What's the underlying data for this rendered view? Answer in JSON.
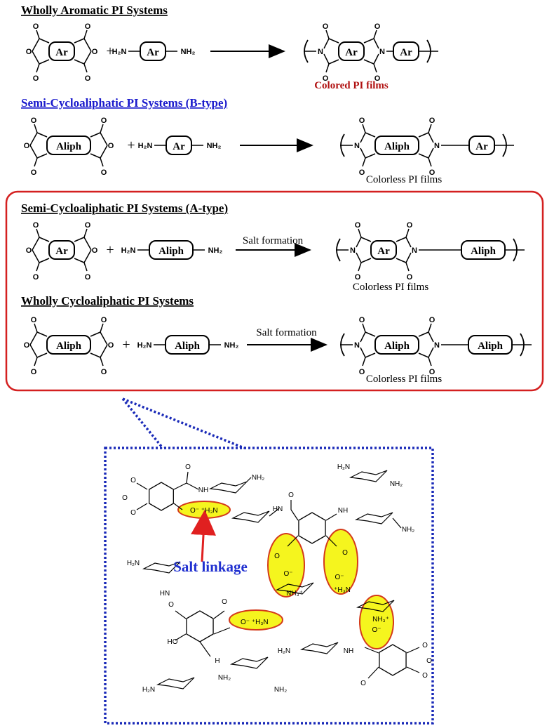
{
  "sections": [
    {
      "title": "Wholly Aromatic PI Systems",
      "dianhydride_core": "Ar",
      "diamine_core": "Ar",
      "reaction_label": "",
      "polymer_core_1": "Ar",
      "polymer_core_2": "Ar",
      "film_caption": "Colored PI films",
      "title_color": "#000000",
      "caption_color": "#b01010"
    },
    {
      "title": "Semi-Cycloaliphatic PI Systems (B-type)",
      "dianhydride_core": "Aliph",
      "diamine_core": "Ar",
      "reaction_label": "",
      "polymer_core_1": "Aliph",
      "polymer_core_2": "Ar",
      "film_caption": "Colorless PI films",
      "title_color": "#1a1acc",
      "caption_color": "#000000"
    },
    {
      "title": "Semi-Cycloaliphatic PI Systems (A-type)",
      "dianhydride_core": "Ar",
      "diamine_core": "Aliph",
      "reaction_label": "Salt formation",
      "polymer_core_1": "Ar",
      "polymer_core_2": "Aliph",
      "film_caption": "Colorless PI films",
      "title_color": "#000000",
      "caption_color": "#000000"
    },
    {
      "title": "Wholly Cycloaliphatic PI Systems",
      "dianhydride_core": "Aliph",
      "diamine_core": "Aliph",
      "reaction_label": "Salt formation",
      "polymer_core_1": "Aliph",
      "polymer_core_2": "Aliph",
      "film_caption": "Colorless PI films",
      "title_color": "#000000",
      "caption_color": "#000000"
    }
  ],
  "atoms": {
    "O": "O",
    "N": "N",
    "H2N": "H₂N",
    "NH2": "NH₂",
    "plus": "+"
  },
  "detail": {
    "salt_linkage_label": "Salt linkage",
    "salt_1": "O⁻ ⁺H₃N",
    "salt_2": "O⁻ ⁺H₃N",
    "carboxylate": "O⁻",
    "ammonium_1": "NH₃⁺",
    "ammonium_2": "⁺H₃N",
    "ammonium_3": "NH₃⁺",
    "carboxylate_2": "O⁻",
    "carboxylate_3": "O⁻",
    "amine": "NH₂",
    "amine_left": "H₂N",
    "amide_hn": "HN",
    "amide_nh": "NH",
    "amide_h": "H",
    "oh": "HO",
    "o": "O"
  },
  "colors": {
    "box_red": "#d42020",
    "dotted_blue": "#1a2ab8",
    "highlight_yellow": "#f5f51e",
    "highlight_edge": "#d43a1a",
    "salt_label_blue": "#2030d0",
    "arrow_red": "#e02020"
  }
}
